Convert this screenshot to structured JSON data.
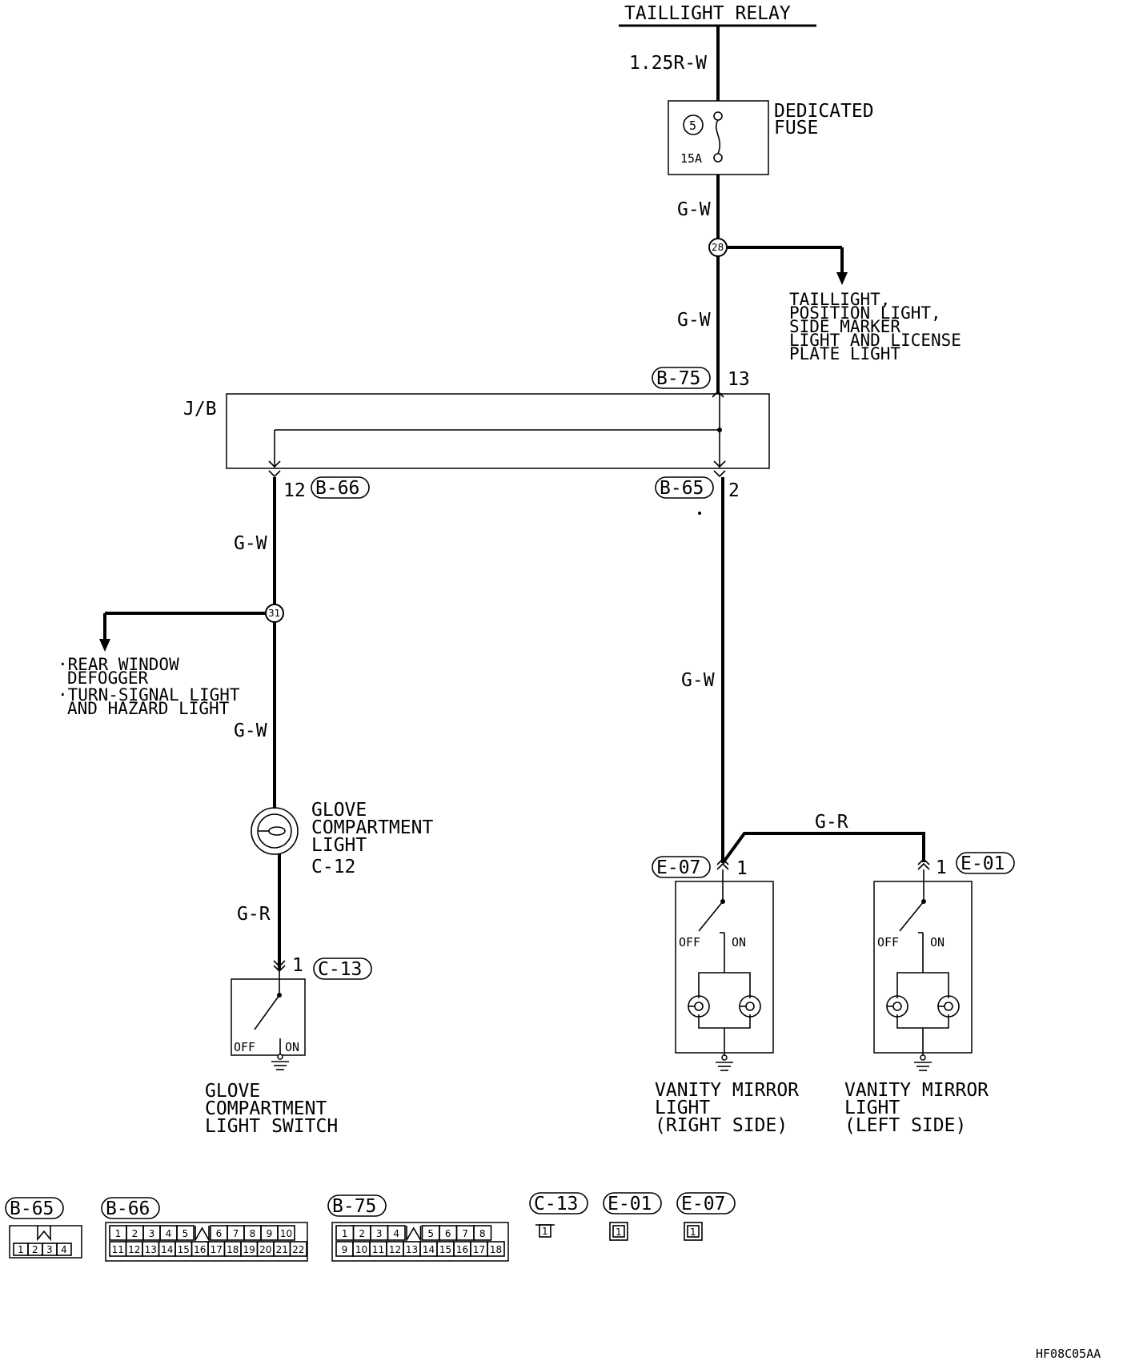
{
  "top": {
    "relay": "TAILLIGHT RELAY",
    "wire_top": "1.25R-W"
  },
  "fuse": {
    "label_line1": "DEDICATED",
    "label_line2": "FUSE",
    "number": "5",
    "rating": "15A"
  },
  "wires": {
    "g_w": "G-W",
    "g_r": "G-R"
  },
  "junctions": {
    "j28": "28",
    "j31": "31"
  },
  "taillight_branch": [
    "TAILLIGHT,",
    "POSITION LIGHT,",
    "SIDE MARKER",
    "LIGHT AND LICENSE",
    "PLATE LIGHT"
  ],
  "left_branch": [
    "·REAR WINDOW",
    "DEFOGGER",
    "·TURN-SIGNAL LIGHT",
    "AND HAZARD LIGHT"
  ],
  "jb": {
    "label": "J/B"
  },
  "pins": {
    "p13": "13",
    "p12": "12",
    "p2": "2",
    "p1": "1"
  },
  "connector_tags": {
    "b75": "B-75",
    "b66": "B-66",
    "b65": "B-65",
    "c13": "C-13",
    "e07": "E-07",
    "e01": "E-01"
  },
  "glove_light": [
    "GLOVE",
    "COMPARTMENT",
    "LIGHT",
    "C-12"
  ],
  "glove_switch": [
    "GLOVE",
    "COMPARTMENT",
    "LIGHT SWITCH"
  ],
  "switch_states": {
    "off": "OFF",
    "on": "ON"
  },
  "mirror_right": [
    "VANITY MIRROR",
    "LIGHT",
    "(RIGHT SIDE)"
  ],
  "mirror_left": [
    "VANITY MIRROR",
    "LIGHT",
    "(LEFT SIDE)"
  ],
  "legend": {
    "b65_pins": [
      "1",
      "2",
      "3",
      "4"
    ],
    "b66_row1": [
      "1",
      "2",
      "3",
      "4",
      "5",
      "",
      "6",
      "7",
      "8",
      "9",
      "10"
    ],
    "b66_row2": [
      "11",
      "12",
      "13",
      "14",
      "15",
      "16",
      "17",
      "18",
      "19",
      "20",
      "21",
      "22"
    ],
    "b75_row1": [
      "1",
      "2",
      "3",
      "4",
      "",
      "5",
      "6",
      "7",
      "8"
    ],
    "b75_row2": [
      "9",
      "10",
      "11",
      "12",
      "13",
      "14",
      "15",
      "16",
      "17",
      "18"
    ],
    "single_pin": "1"
  },
  "figure_code": "HF08C05AA"
}
